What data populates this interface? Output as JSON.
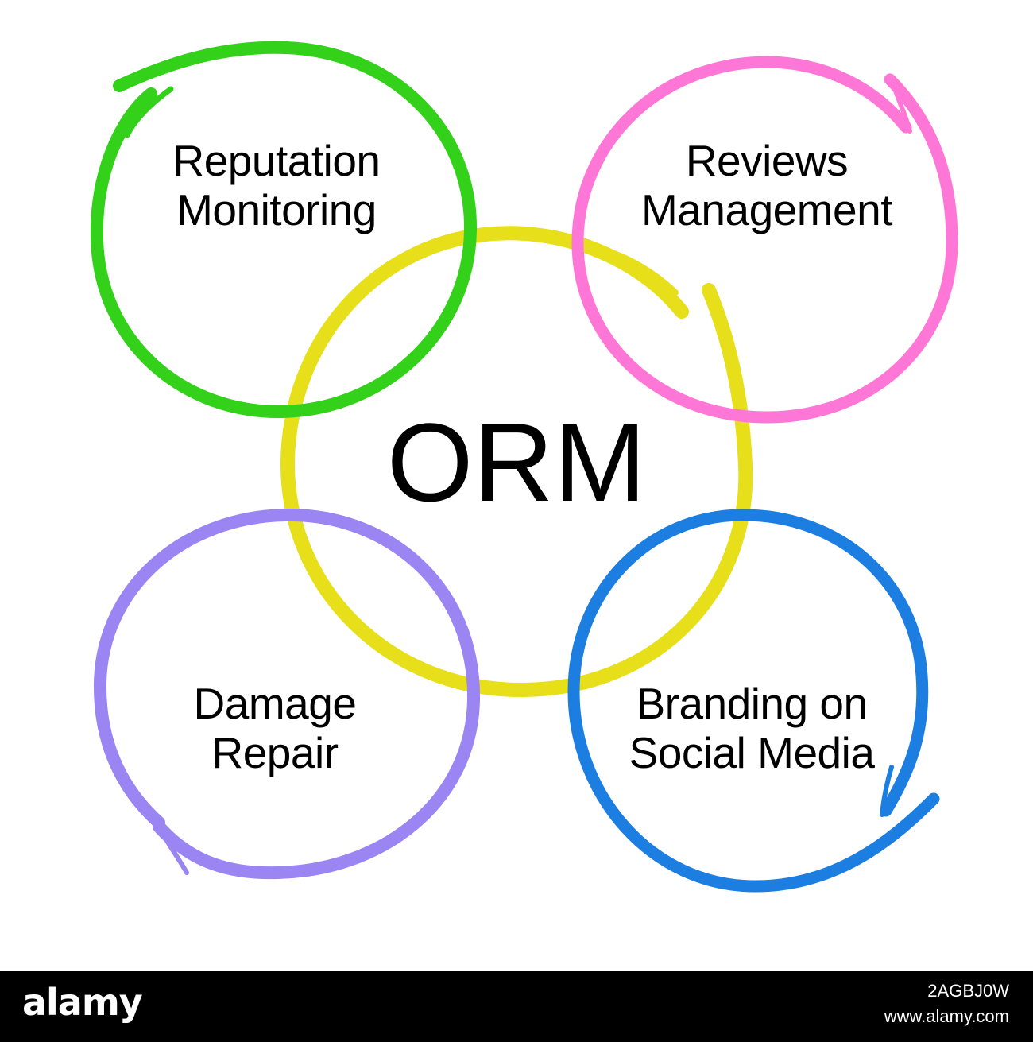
{
  "colors": {
    "center_ring": "#e6df1a",
    "top_left_ring": "#33d11a",
    "top_right_ring": "#ff77d6",
    "bottom_left_ring": "#9b85f2",
    "bottom_right_ring": "#1c7ee0",
    "background": "#ffffff",
    "footer": "#000000"
  },
  "diagram": {
    "center": {
      "label": "ORM",
      "icon": "yellow-ring"
    },
    "nodes": [
      {
        "id": "top-left",
        "line1": "Reputation",
        "line2": "Monitoring",
        "icon": "green-ring"
      },
      {
        "id": "top-right",
        "line1": "Reviews",
        "line2": "Management",
        "icon": "pink-ring"
      },
      {
        "id": "bottom-left",
        "line1": "Damage",
        "line2": "Repair",
        "icon": "purple-ring"
      },
      {
        "id": "bottom-right",
        "line1": "Branding on",
        "line2": "Social Media",
        "icon": "blue-ring"
      }
    ]
  },
  "footer": {
    "logo": "alamy",
    "image_code": "2AGBJ0W",
    "site": "www.alamy.com"
  }
}
